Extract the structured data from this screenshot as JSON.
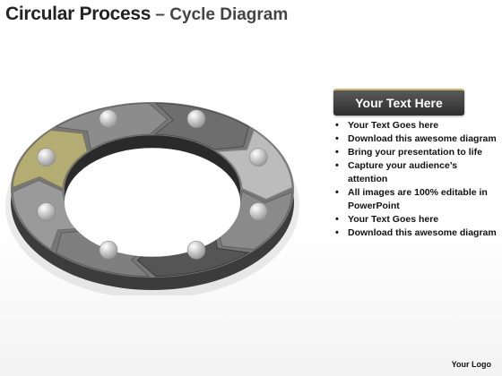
{
  "slide": {
    "title_main": "Circular Process",
    "title_sep": " – ",
    "title_sub": "Cycle Diagram",
    "text_box_title": "Your Text Here",
    "bullets": [
      "Your Text Goes here",
      "Download this awesome diagram",
      "Bring your presentation to life",
      "Capture your audience’s attention",
      "All images are 100% editable in PowerPoint",
      "Your Text Goes here",
      "Download this awesome diagram"
    ],
    "logo": "Your Logo"
  },
  "diagram": {
    "segment_count": 8,
    "highlighted_segment_index": 0,
    "colors": {
      "highlight": "#b3ad74",
      "segments": [
        "#b3ad74",
        "#8c8c8c",
        "#6e6e6e",
        "#bcbcbc",
        "#8a8a8a",
        "#555555",
        "#7f7f7f",
        "#9a9a9a"
      ],
      "ball": "#e8e8e8"
    }
  }
}
